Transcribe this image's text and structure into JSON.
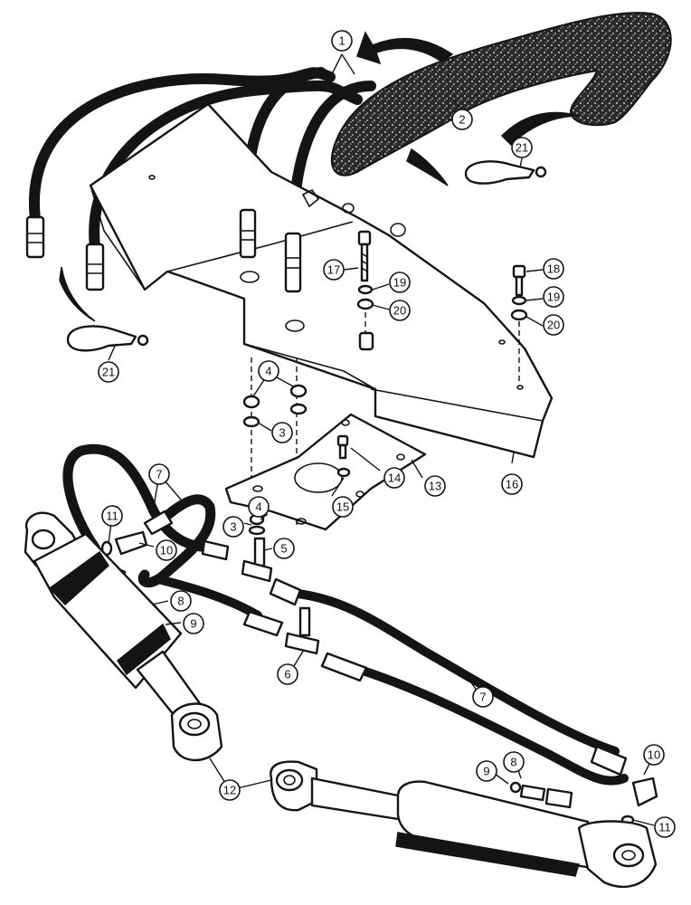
{
  "callouts": [
    {
      "id": "c1",
      "label": "1"
    },
    {
      "id": "c2",
      "label": "2"
    },
    {
      "id": "c21a",
      "label": "21"
    },
    {
      "id": "c21b",
      "label": "21"
    },
    {
      "id": "c17",
      "label": "17"
    },
    {
      "id": "c19a",
      "label": "19"
    },
    {
      "id": "c20a",
      "label": "20"
    },
    {
      "id": "c18",
      "label": "18"
    },
    {
      "id": "c19b",
      "label": "19"
    },
    {
      "id": "c20b",
      "label": "20"
    },
    {
      "id": "c4a",
      "label": "4"
    },
    {
      "id": "c3a",
      "label": "3"
    },
    {
      "id": "c14",
      "label": "14"
    },
    {
      "id": "c13",
      "label": "13"
    },
    {
      "id": "c15",
      "label": "15"
    },
    {
      "id": "c16",
      "label": "16"
    },
    {
      "id": "c7a",
      "label": "7"
    },
    {
      "id": "c11a",
      "label": "11"
    },
    {
      "id": "c10a",
      "label": "10"
    },
    {
      "id": "c3b",
      "label": "3"
    },
    {
      "id": "c4b",
      "label": "4"
    },
    {
      "id": "c5",
      "label": "5"
    },
    {
      "id": "c8a",
      "label": "8"
    },
    {
      "id": "c9a",
      "label": "9"
    },
    {
      "id": "c6",
      "label": "6"
    },
    {
      "id": "c7b",
      "label": "7"
    },
    {
      "id": "c12",
      "label": "12"
    },
    {
      "id": "c9b",
      "label": "9"
    },
    {
      "id": "c8b",
      "label": "8"
    },
    {
      "id": "c10b",
      "label": "10"
    },
    {
      "id": "c11b",
      "label": "11"
    }
  ]
}
